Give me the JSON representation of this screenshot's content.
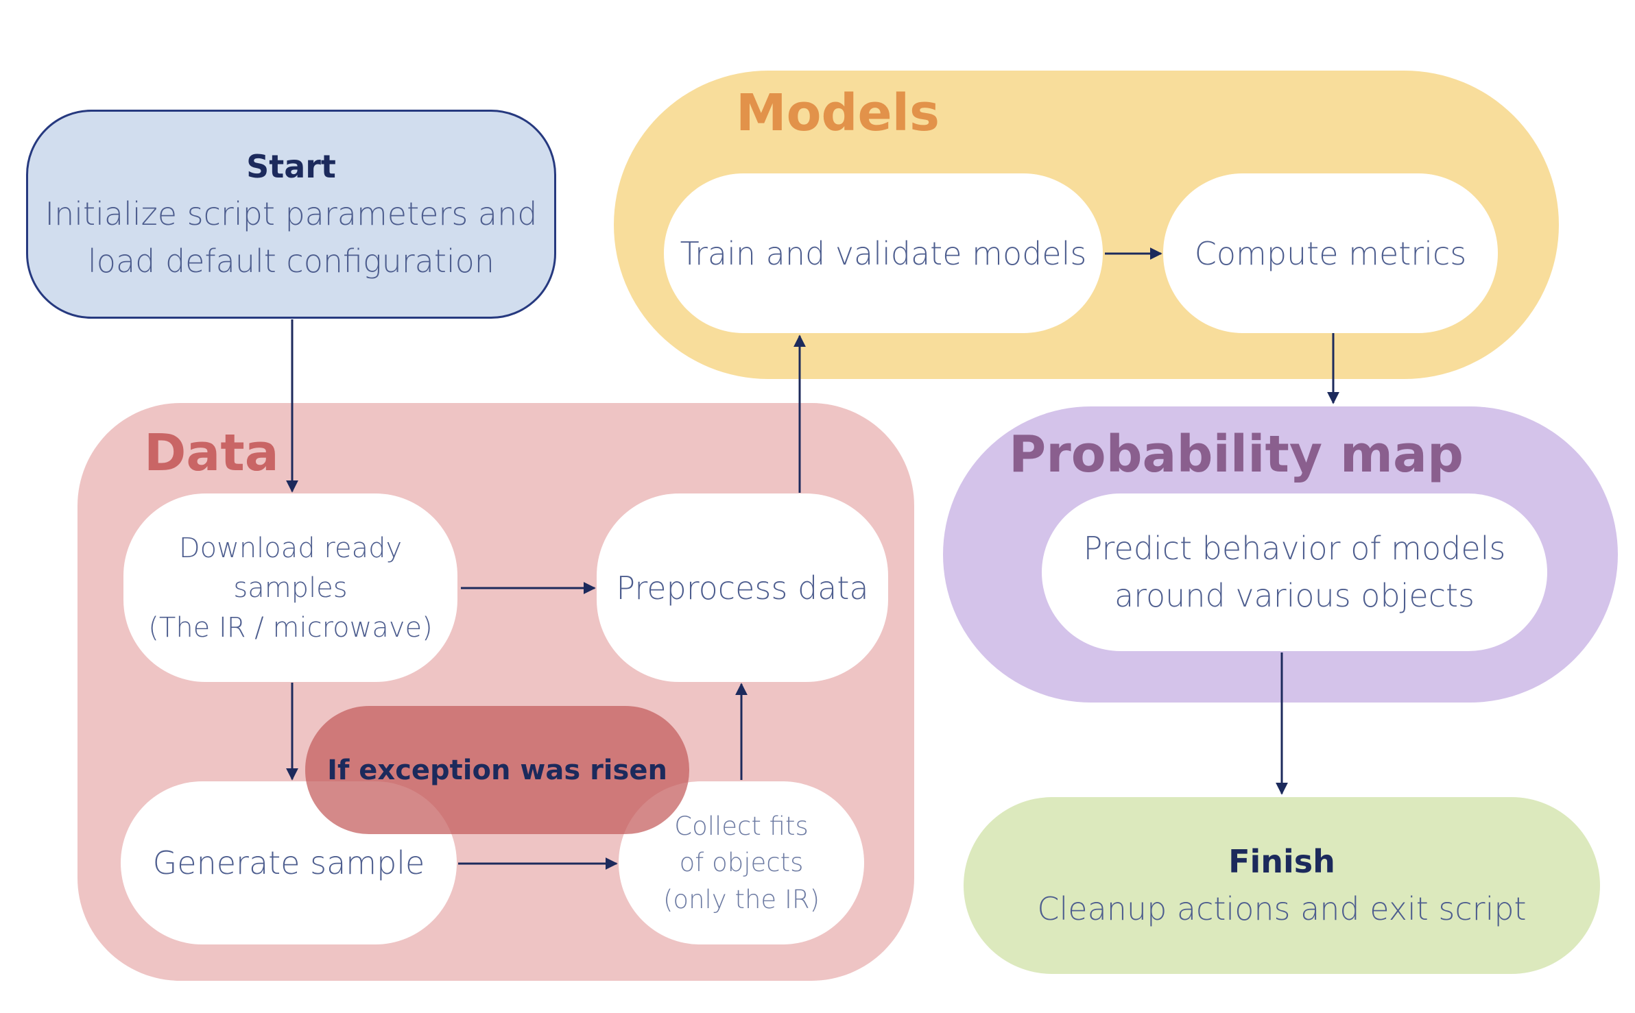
{
  "groups": {
    "models": "Models",
    "data": "Data",
    "probability_map": "Probability map"
  },
  "start": {
    "title": "Start",
    "lines": [
      "Initialize script parameters and",
      "load default configuration"
    ]
  },
  "nodes": {
    "train": "Train and validate models",
    "metrics": "Compute metrics",
    "download": [
      "Download ready",
      "samples",
      "(The IR / microwave)"
    ],
    "preprocess": "Preprocess data",
    "generate": "Generate sample",
    "collect": [
      "Collect fits",
      "of objects",
      "(only the IR)"
    ],
    "predict": [
      "Predict behavior of models",
      "around various objects"
    ],
    "exception": "If exception was risen"
  },
  "finish": {
    "title": "Finish",
    "line": "Cleanup actions and exit script"
  },
  "colors": {
    "models_bg": "#f8dd9b",
    "models_title": "#e2924a",
    "data_bg": "#eec4c4",
    "data_title": "#c96565",
    "prob_bg": "#d4c3ea",
    "prob_title": "#8a5f8e",
    "start_bg": "#d1ddee",
    "finish_bg": "#dce9bd",
    "exception_bg": "#c45c5c",
    "arrow": "#1c2a5c"
  }
}
